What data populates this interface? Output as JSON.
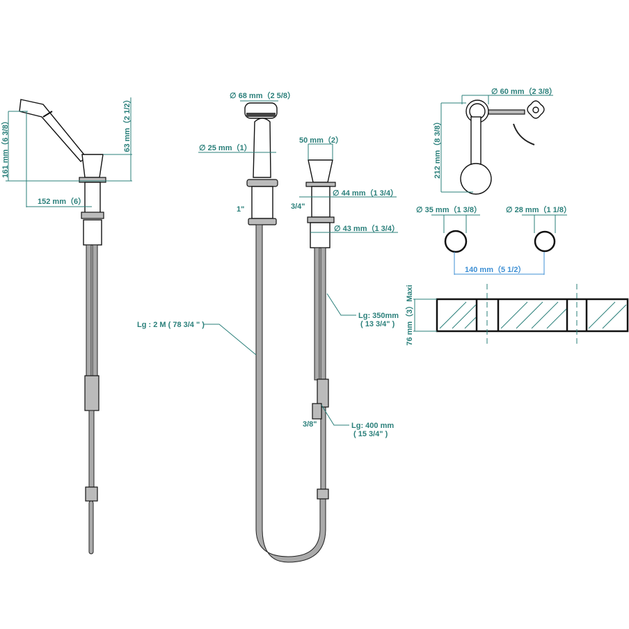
{
  "left_assembly": {
    "height_total": "161 mm（6 3/8）",
    "height_spout": "63 mm（2 1/2）",
    "reach": "152 mm（6）"
  },
  "middle_assembly": {
    "head_diameter": "∅ 68 mm（2 5/8）",
    "handle_diameter": "∅ 25 mm（1）",
    "holder_thread": "1\"",
    "valve_width": "50 mm（2）",
    "valve_diameter": "∅ 44 mm（1 3/4）",
    "valve_thread": "3/4\"",
    "nut_diameter": "∅ 43 mm（1 3/4）",
    "hose_length": "Lg : 2 M ( 78 3/4 \" )",
    "supply_hose_1_length": "Lg: 350mm",
    "supply_hose_1_inches": "( 13 3/4\" )",
    "connector_thread": "3/8\"",
    "supply_hose_2_length": "Lg: 400 mm",
    "supply_hose_2_inches": "( 15 3/4\" )"
  },
  "top_view": {
    "escutcheon_diameter": "∅ 60 mm（2 3/8）",
    "length": "212 mm（8 3/8）"
  },
  "holes": {
    "hole_1": "∅ 35 mm（1 3/8）",
    "hole_2": "∅ 28 mm（1 1/8）",
    "spacing": "140 mm（5 1/2）",
    "deck_thickness": "76 mm（3）Maxi"
  },
  "colors": {
    "dimension": "#2a7f7a",
    "spacing_dimension": "#3d8fd4",
    "outline": "#111111"
  }
}
